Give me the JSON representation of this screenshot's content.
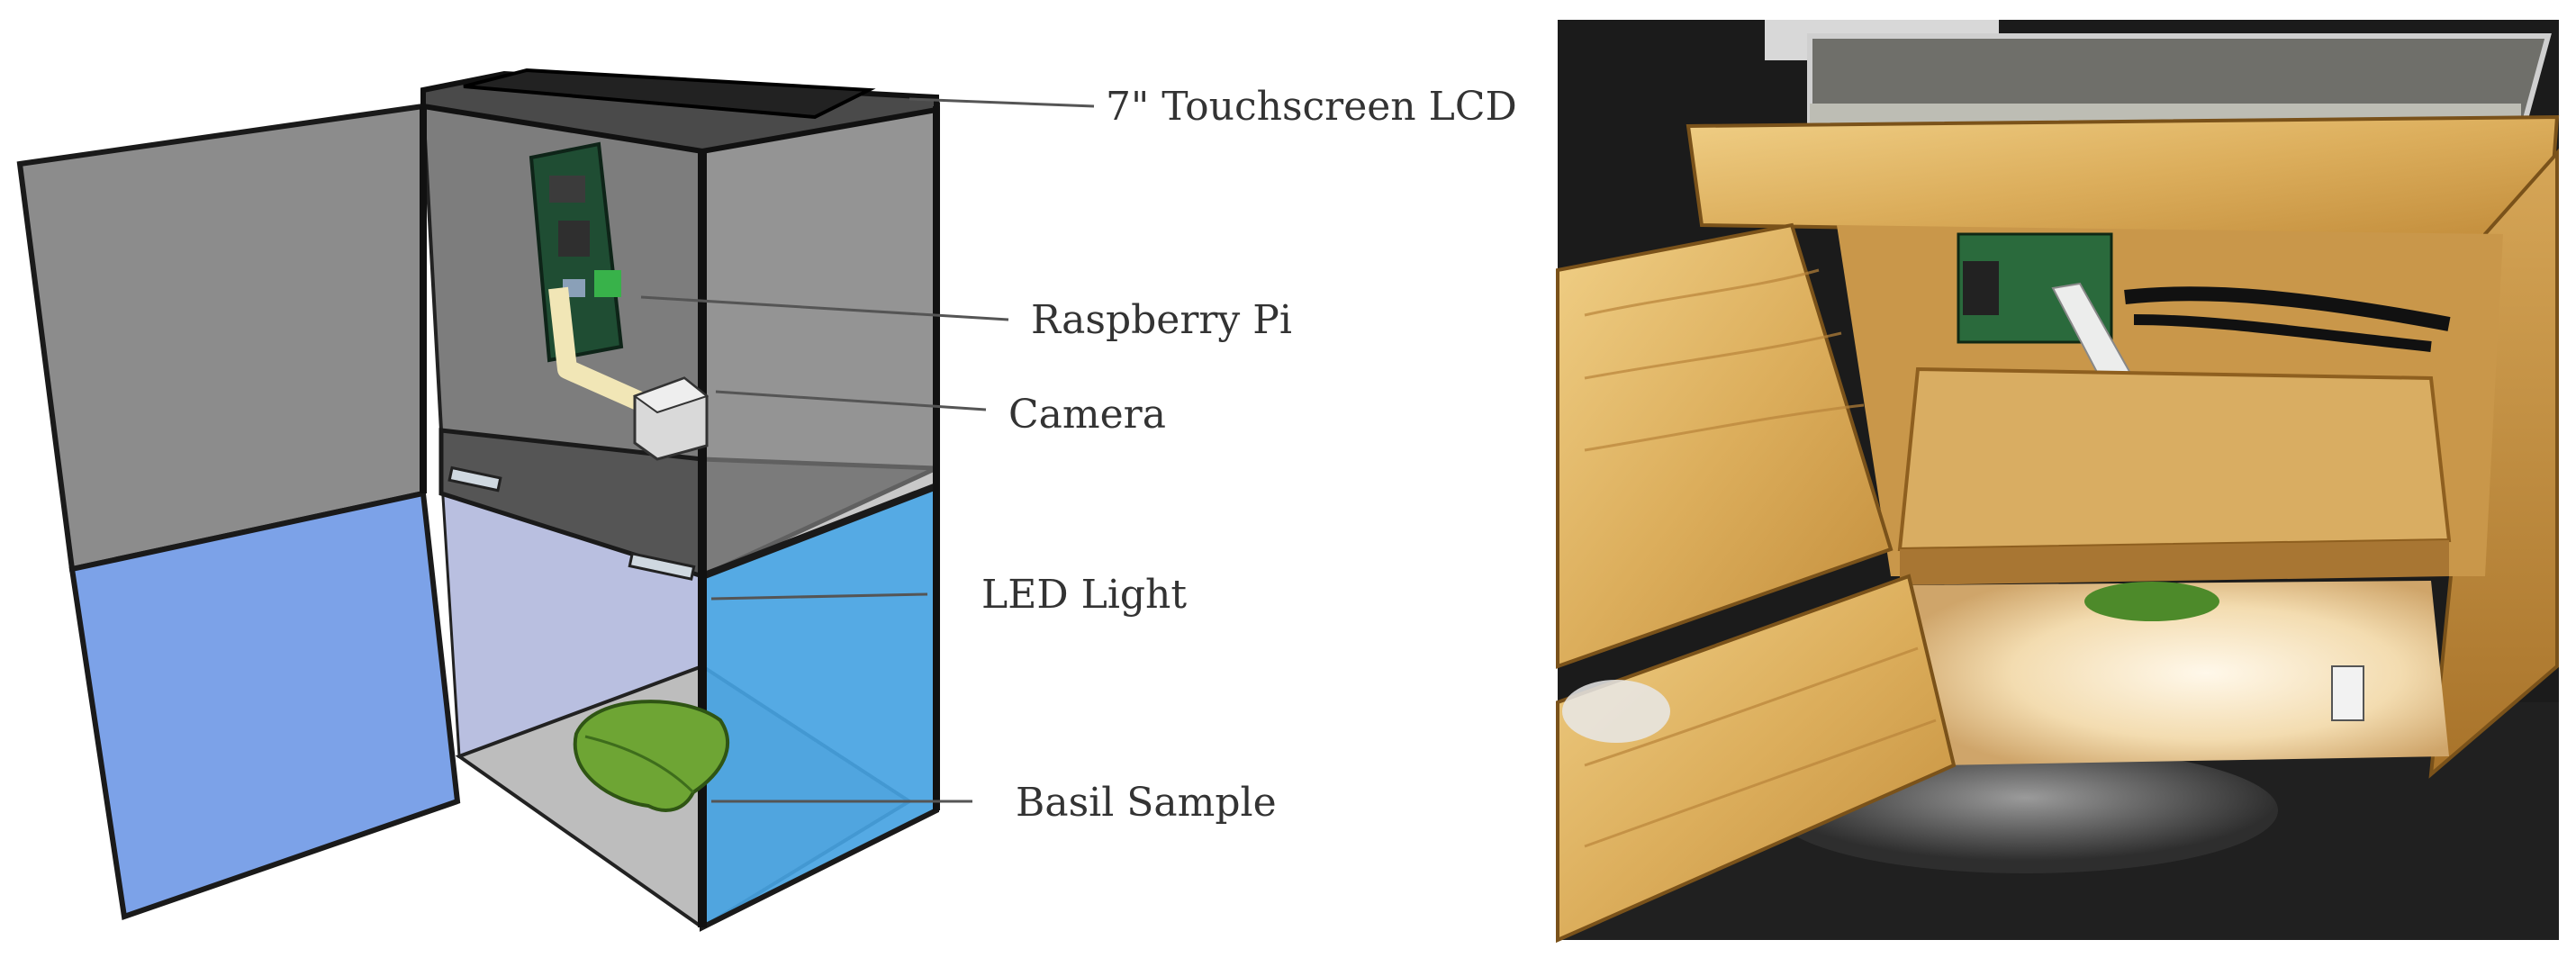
{
  "diagram": {
    "labels": {
      "lcd": "7\" Touchscreen LCD",
      "pi": "Raspberry Pi",
      "camera": "Camera",
      "led": "LED Light",
      "sample": "Basil Sample"
    }
  },
  "colors": {
    "enclosure_gray": "#8a8a8a",
    "enclosure_dark": "#1e1e1e",
    "panel_blue": "#7aa0e6",
    "panel_cyan": "#4ca6e0",
    "leaf_green": "#5c9a2a",
    "wood_light": "#e2b86a",
    "wood_dark": "#b8832e",
    "photo_background": "#1a1a1a"
  }
}
